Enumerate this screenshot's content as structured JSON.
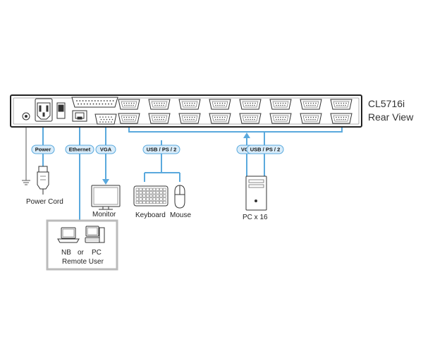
{
  "title": {
    "model": "CL5716i",
    "view": "Rear View"
  },
  "labels": {
    "power": "Power",
    "ethernet": "Ethernet",
    "vga_left": "VGA",
    "usb_left": "USB / PS / 2",
    "vga_right": "VGA",
    "usb_right": "USB / PS / 2",
    "power_cord": "Power Cord",
    "monitor": "Monitor",
    "keyboard": "Keyboard",
    "mouse": "Mouse",
    "pc_count": "PC x 16",
    "nb": "NB",
    "or": "or",
    "pc": "PC",
    "remote_user": "Remote User"
  },
  "colors": {
    "cable": "#5aa9dd",
    "pill_fill": "#d8ecfa",
    "device_line": "#333333",
    "device_light": "#888888"
  },
  "port_pairs": 8
}
